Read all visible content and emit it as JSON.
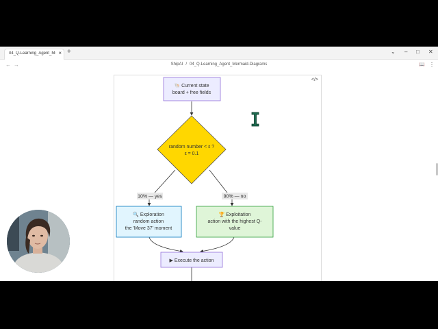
{
  "browser": {
    "tab_title": "04_Q-Learning_Agent_Mer...",
    "tab_close": "×",
    "new_tab": "+",
    "window_controls": {
      "dropdown": "⌄",
      "minimize": "–",
      "maximize": "□",
      "close": "✕"
    },
    "back": "←",
    "forward": "→",
    "breadcrumb": [
      "ShipAI",
      "/",
      "04_Q-Learning_Agent_Mermaid-Diagrams"
    ],
    "book_icon": "📖",
    "more": "⋮"
  },
  "diagram": {
    "code_toggle": "</>",
    "nodes": {
      "state": {
        "line1": "🐚 Current state",
        "line2": "board + free fields"
      },
      "decision": {
        "line1": "random number < ε ?",
        "line2": "ε = 0.1"
      },
      "explore": {
        "line1": "🔍 Exploration",
        "line2": "random action",
        "line3": "the 'Move 37' moment"
      },
      "exploit": {
        "line1": "🏆 Exploitation",
        "line2": "action with the highest Q-",
        "line3": "value"
      },
      "execute": {
        "line1": "▶ Execute the action"
      }
    },
    "edges": {
      "left": "10% — yes",
      "right": "90% — no"
    }
  },
  "colors": {
    "state_fill": "#ececff",
    "state_stroke": "#9370db",
    "decision_fill": "#ffd700",
    "decision_stroke": "#555555",
    "explore_fill": "#e1f5fe",
    "explore_stroke": "#0277bd",
    "exploit_fill": "#dff5d8",
    "exploit_stroke": "#2e9e3a",
    "execute_fill": "#ececff",
    "execute_stroke": "#9370db",
    "cursor": "#1e6b50"
  }
}
